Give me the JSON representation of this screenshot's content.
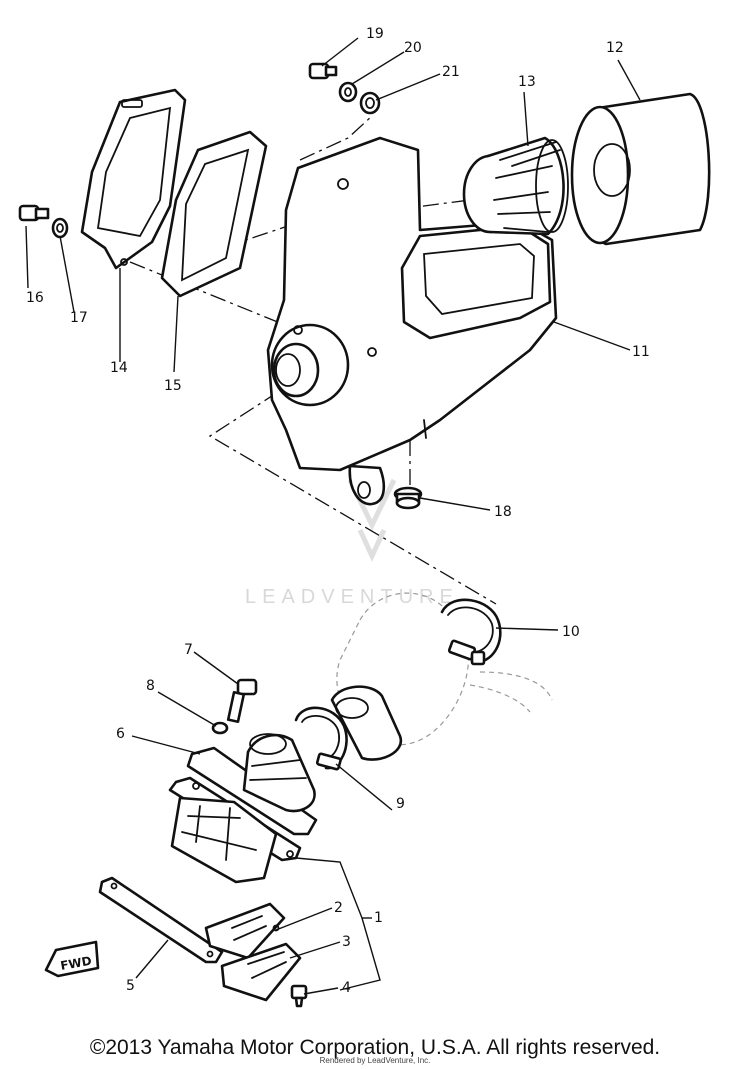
{
  "callouts": {
    "c1": "1",
    "c2": "2",
    "c3": "3",
    "c4": "4",
    "c5": "5",
    "c6": "6",
    "c7": "7",
    "c8": "8",
    "c9": "9",
    "c10": "10",
    "c11": "11",
    "c12": "12",
    "c13": "13",
    "c14": "14",
    "c15": "15",
    "c16": "16",
    "c17": "17",
    "c18": "18",
    "c19": "19",
    "c20": "20",
    "c21": "21"
  },
  "fwd_label": "FWD",
  "watermark": "LEADVENTURE",
  "copyright": "©2013 Yamaha Motor Corporation, U.S.A. All rights reserved.",
  "rendered_by": "Rendered by LeadVenture, Inc."
}
